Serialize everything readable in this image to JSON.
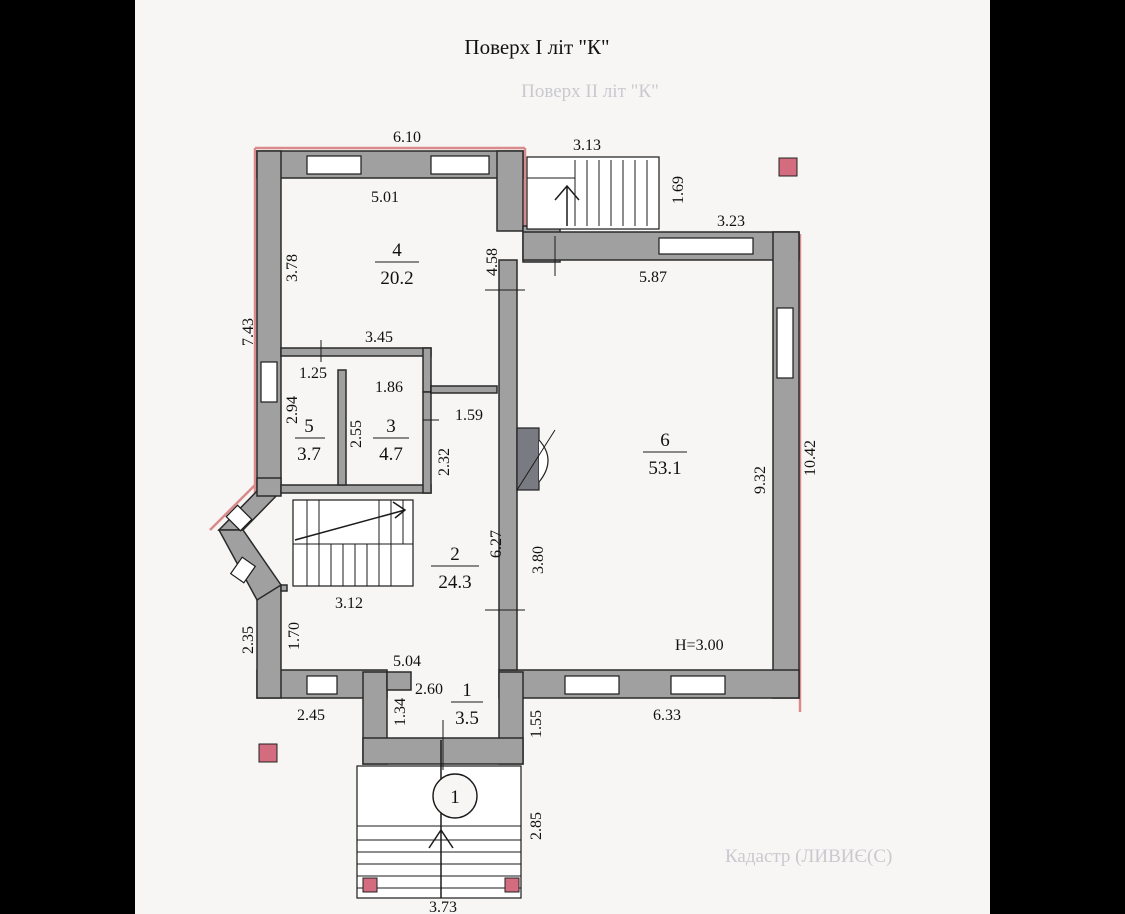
{
  "title": "Поверх І літ \"К\"",
  "ghost": {
    "title": "Поверх ІІ літ \"К\"",
    "bottom_text": "Кадастр (ЛИВИЄ(С)"
  },
  "height_note": "H=3.00",
  "entrance_number": "1",
  "rooms": [
    {
      "id": "room-1",
      "number": "1",
      "area": "3.5"
    },
    {
      "id": "room-2",
      "number": "2",
      "area": "24.3"
    },
    {
      "id": "room-3",
      "number": "3",
      "area": "4.7"
    },
    {
      "id": "room-4",
      "number": "4",
      "area": "20.2"
    },
    {
      "id": "room-5",
      "number": "5",
      "area": "3.7"
    },
    {
      "id": "room-6",
      "number": "6",
      "area": "53.1"
    }
  ],
  "dimensions": {
    "top_outer": "6.10",
    "room4_top": "5.01",
    "stair_top": "3.13",
    "stair_side": "1.69",
    "right_top": "3.23",
    "room6_top": "5.87",
    "room4_left": "3.78",
    "left_outer": "7.43",
    "room4_right": "4.58",
    "room4_bottom": "3.45",
    "room5_top": "1.25",
    "room3_top": "1.86",
    "room5_left": "2.94",
    "room3_left": "2.55",
    "room3_right_top": "1.59",
    "room3_right": "2.32",
    "room2_right": "6.27",
    "room6_left": "3.80",
    "room6_right": "9.32",
    "right_outer": "10.42",
    "room2_bottom": "3.12",
    "left_lower_outer": "2.35",
    "left_lower_inner": "1.70",
    "room2_bottom_wall": "5.04",
    "room1_top": "2.60",
    "room1_left": "1.34",
    "bottom_left": "2.45",
    "room1_right": "1.55",
    "bottom_right": "6.33",
    "porch_right": "2.85",
    "porch_bottom": "3.73"
  },
  "colors": {
    "wall": "#a0a0a0",
    "redline": "#d98a8a",
    "marker": "#d26c7e",
    "paper": "#f7f6f4"
  }
}
